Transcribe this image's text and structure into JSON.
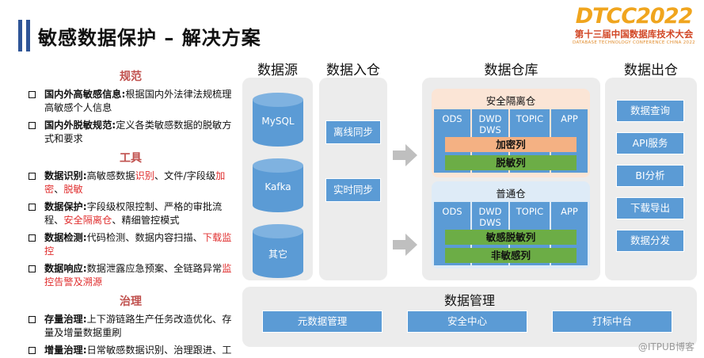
{
  "header": {
    "title": "敏感数据保护 – 解决方案",
    "logo_main": "DTCC2022",
    "logo_sub": "第十三届中国数据库技术大会",
    "logo_sub2": "DATABASE TECHNOLOGY CONFERENCE CHINA 2022"
  },
  "left": {
    "sections": [
      {
        "title": "规范"
      },
      {
        "title": "工具"
      },
      {
        "title": "治理"
      }
    ],
    "items": [
      {
        "key": "国内外高敏感信息:",
        "text": "根据国内外法律法规梳理高敏感个人信息"
      },
      {
        "key": "国内外脱敏规范:",
        "text": "定义各类敏感数据的脱敏方式和要求"
      },
      {
        "key": "数据识别:",
        "p1": "高敏感数据",
        "r1": "识别",
        "p2": "、文件/字段级",
        "r2": "加密",
        "p3": "、",
        "r3": "脱敏"
      },
      {
        "key": "数据保护:",
        "p1": "字段级权限控制、严格的审批流程、",
        "r1": "安全隔离仓",
        "p2": "、精细管控模式"
      },
      {
        "key": "数据检测:",
        "p1": "代码检测、数据内容扫描、",
        "r1": "下载监控"
      },
      {
        "key": "数据响应:",
        "p1": "数据泄露应急预案、全链路异常",
        "r1": "监控告警及溯源"
      },
      {
        "key": "存量治理:",
        "text": "上下游链路生产任务改造优化、存量及增量数据重刷"
      },
      {
        "key": "增量治理:",
        "text": "日常敏感数据识别、治理跟进、工具沉淀"
      }
    ]
  },
  "diagram": {
    "col_titles": [
      "数据源",
      "数据入仓",
      "数据仓库",
      "数据出仓"
    ],
    "sources": [
      "MySQL",
      "Kafka",
      "其它"
    ],
    "ingest": [
      "离线同步",
      "实时同步"
    ],
    "secure_zone": {
      "title": "安全隔离仓",
      "layers": [
        "ODS",
        "DWD DWS",
        "TOPIC",
        "APP"
      ],
      "strips": [
        "加密列",
        "脱敏列"
      ]
    },
    "normal_zone": {
      "title": "普通仓",
      "layers": [
        "ODS",
        "DWD DWS",
        "TOPIC",
        "APP"
      ],
      "strips": [
        "敏感脱敏列",
        "非敏感列"
      ]
    },
    "outputs": [
      "数据查询",
      "API服务",
      "BI分析",
      "下载导出",
      "数据分发"
    ],
    "management": {
      "title": "数据管理",
      "items": [
        "元数据管理",
        "安全中心",
        "打标中台"
      ]
    }
  },
  "watermark": "@ITPUB博客",
  "colors": {
    "accent_blue": "#5b9bd5",
    "section_red": "#c0504d",
    "highlight_red": "#e03030",
    "secure_bg": "#fbe5d6",
    "normal_bg": "#deebf7",
    "strip_orange": "#f4b183",
    "strip_green": "#6cad46",
    "panel_grey": "#ececec"
  }
}
